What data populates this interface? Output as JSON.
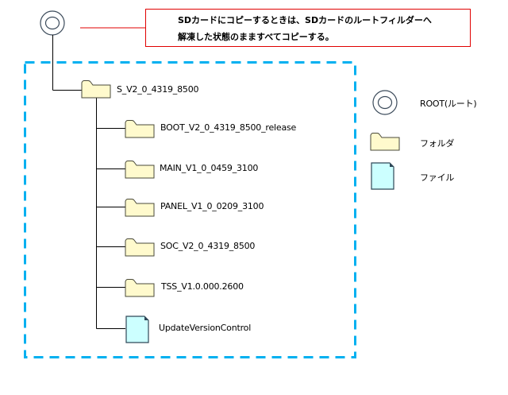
{
  "note": {
    "line1": "SDカードにコピーするときは、SDカードのルートフィルダーへ",
    "line2": "解凍した状態のまますべてコピーする。",
    "border_color": "#e00000"
  },
  "tree": {
    "root_icon": "root-disc-icon",
    "top_folder": {
      "name": "S_V2_0_4319_8500",
      "icon": "folder-icon"
    },
    "children": [
      {
        "name": "BOOT_V2_0_4319_8500_release",
        "type": "folder",
        "icon": "folder-icon"
      },
      {
        "name": "MAIN_V1_0_0459_3100",
        "type": "folder",
        "icon": "folder-icon"
      },
      {
        "name": "PANEL_V1_0_0209_3100",
        "type": "folder",
        "icon": "folder-icon"
      },
      {
        "name": "SOC_V2_0_4319_8500",
        "type": "folder",
        "icon": "folder-icon"
      },
      {
        "name": "TSS_V1.0.000.2600",
        "type": "folder",
        "icon": "folder-icon"
      },
      {
        "name": "UpdateVersionControl",
        "type": "file",
        "icon": "file-icon"
      }
    ],
    "group_border_color": "#00b0f0"
  },
  "legend": {
    "items": [
      {
        "label": "ROOT(ルート)",
        "icon": "root-disc-icon"
      },
      {
        "label": "フォルダ",
        "icon": "folder-icon"
      },
      {
        "label": "ファイル",
        "icon": "file-icon"
      }
    ]
  },
  "colors": {
    "folder_fill": "#fffacd",
    "file_fill": "#ccffff",
    "icon_stroke": "#2f4858",
    "connector": "#000000"
  }
}
